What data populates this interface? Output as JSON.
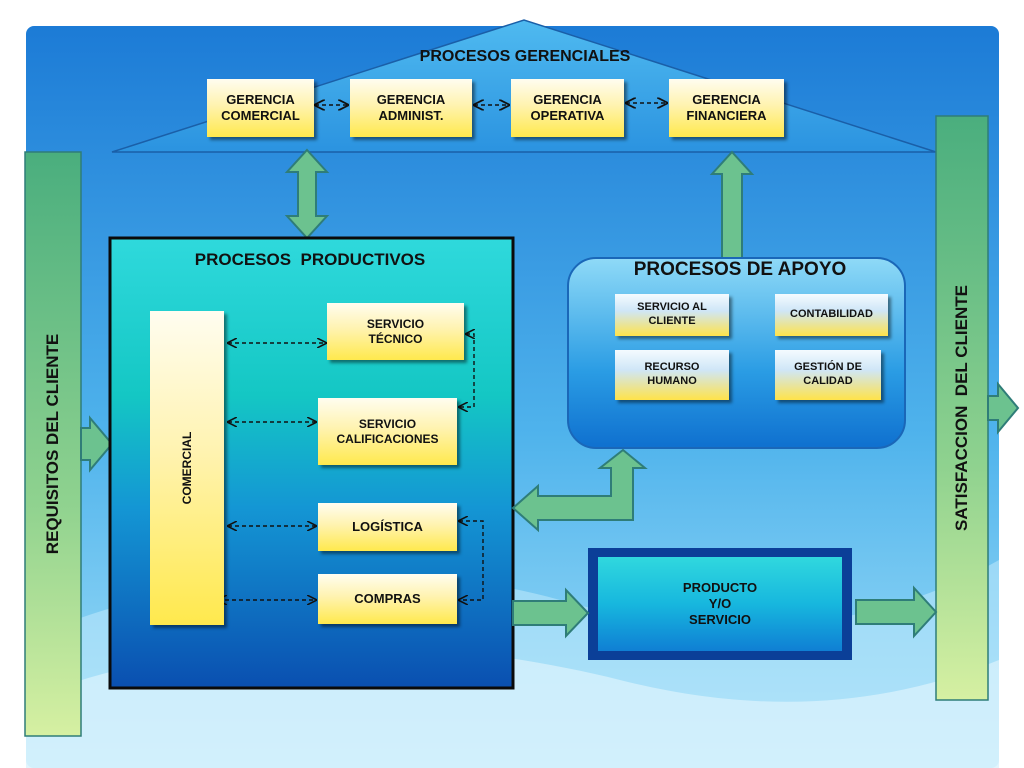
{
  "top_section": {
    "title": "PROCESOS GERENCIALES",
    "boxes": [
      {
        "line1": "GERENCIA",
        "line2": "COMERCIAL"
      },
      {
        "line1": "GERENCIA",
        "line2": "ADMINIST."
      },
      {
        "line1": "GERENCIA",
        "line2": "OPERATIVA"
      },
      {
        "line1": "GERENCIA",
        "line2": "FINANCIERA"
      }
    ]
  },
  "productive": {
    "title": "PROCESOS  PRODUCTIVOS",
    "main_box": "COMERCIAL",
    "items": [
      {
        "line1": "SERVICIO",
        "line2": "TÉCNICO"
      },
      {
        "line1": "SERVICIO",
        "line2": "CALIFICACIONES"
      },
      {
        "line1": "LOGÍSTICA",
        "line2": ""
      },
      {
        "line1": "COMPRAS",
        "line2": ""
      }
    ]
  },
  "support": {
    "title": "PROCESOS DE APOYO",
    "items": [
      {
        "line1": "SERVICIO AL",
        "line2": "CLIENTE"
      },
      {
        "line1": "CONTABILIDAD",
        "line2": ""
      },
      {
        "line1": "RECURSO",
        "line2": "HUMANO"
      },
      {
        "line1": "GESTIÓN DE",
        "line2": "CALIDAD"
      }
    ]
  },
  "product": {
    "line1": "PRODUCTO",
    "line2": "Y/O",
    "line3": "SERVICIO"
  },
  "left_bar": "REQUISITOS DEL CLIENTE",
  "right_bar": "SATISFACCION  DEL CLIENTE",
  "colors": {
    "background_top": "#1e7fd8",
    "background_bottom": "#8dd6f5",
    "arrow_fill": "#6cc28f",
    "arrow_stroke": "#2f7d78",
    "bar_top": "#4aae7e",
    "bar_bottom": "#d4efa0",
    "productive_top": "#29d6da",
    "productive_bottom": "#0b55b5",
    "product_border": "#0b3f98",
    "support_border": "#1a67b8"
  },
  "icons": [
    "double-arrow-vertical",
    "up-arrow",
    "right-arrow",
    "l-arrow",
    "dashed-double-arrow"
  ]
}
